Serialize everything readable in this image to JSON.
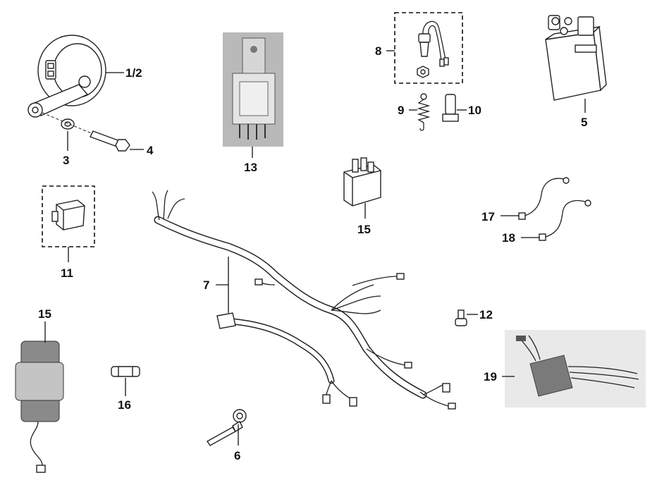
{
  "parts": [
    {
      "id": "horn",
      "label": "1/2"
    },
    {
      "id": "washer",
      "label": "3"
    },
    {
      "id": "horn-bolt",
      "label": "4"
    },
    {
      "id": "battery",
      "label": "5"
    },
    {
      "id": "pin-bolt",
      "label": "6"
    },
    {
      "id": "wiring-harness",
      "label": "7"
    },
    {
      "id": "stop-switch-kit",
      "label": "8"
    },
    {
      "id": "spring",
      "label": "9"
    },
    {
      "id": "switch-cap",
      "label": "10"
    },
    {
      "id": "flasher-relay",
      "label": "11"
    },
    {
      "id": "bulb",
      "label": "12"
    },
    {
      "id": "relay-photo",
      "label": "13"
    },
    {
      "id": "starter-relay",
      "label": "15"
    },
    {
      "id": "pad-unit",
      "label": "15"
    },
    {
      "id": "fuse",
      "label": "16"
    },
    {
      "id": "cable-17",
      "label": "17"
    },
    {
      "id": "cable-18",
      "label": "18"
    },
    {
      "id": "regulator-photo",
      "label": "19"
    }
  ]
}
